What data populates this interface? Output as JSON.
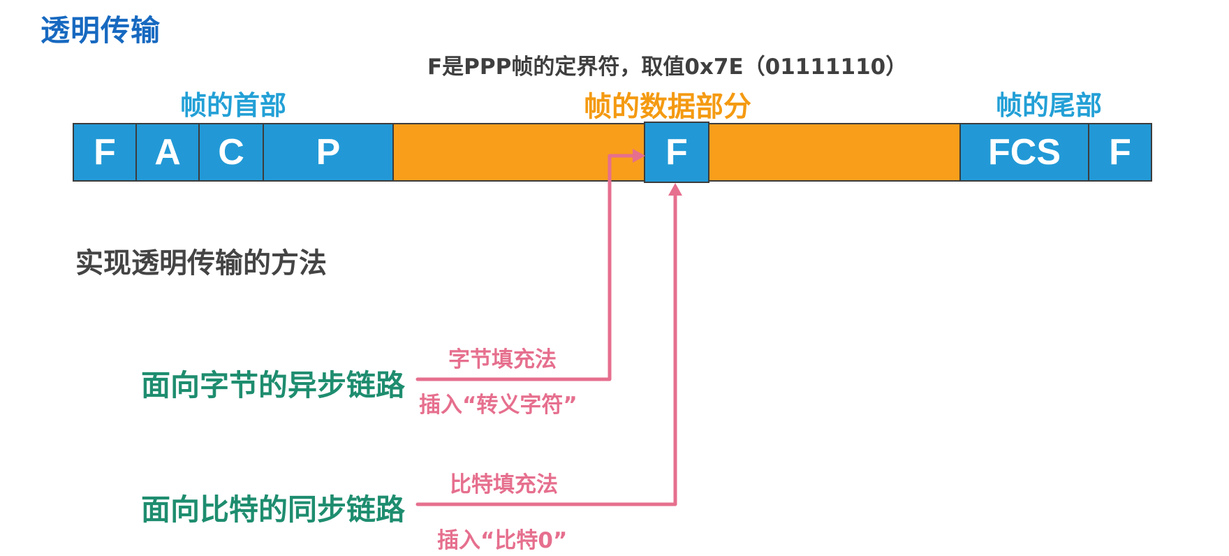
{
  "title": "透明传输",
  "f_description": "F是PPP帧的定界符，取值0x7E（01111110）",
  "frame_sections": {
    "header": "帧的首部",
    "data": "帧的数据部分",
    "trailer": "帧的尾部"
  },
  "frame_fields": {
    "f1": "F",
    "a": "A",
    "c": "C",
    "p": "P",
    "data_f": "F",
    "fcs": "FCS",
    "f2": "F"
  },
  "methods_title": "实现透明传输的方法",
  "methods": [
    {
      "link": "面向字节的异步链路",
      "technique": "字节填充法",
      "insert": "插入“转义字符”"
    },
    {
      "link": "面向比特的同步链路",
      "technique": "比特填充法",
      "insert": "插入“比特0”"
    }
  ],
  "colors": {
    "title_blue": "#1769c0",
    "field_blue": "#2299d6",
    "data_orange": "#f89e1b",
    "link_green": "#1e8d6f",
    "arrow_pink": "#e66f8e"
  }
}
